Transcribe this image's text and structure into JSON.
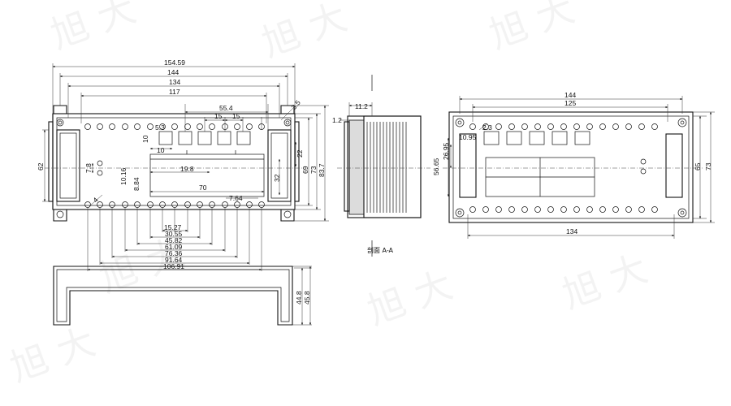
{
  "drawing": {
    "section_caption": "剖面 A-A",
    "watermark_text": "旭 大",
    "front_view": {
      "overall_width": "154.59",
      "outer_width": "144",
      "width_134": "134",
      "width_117": "117",
      "width_55_4": "55.4",
      "pitch_15_a": "15",
      "pitch_15_b": "15",
      "hole_dia": "3.5",
      "dim_10_top": "10",
      "dim_10_bottom": "10",
      "dim_5_3": "5.3",
      "height_62": "62",
      "dim_7_8": "7.8",
      "dim_10_16": "10.16",
      "dim_8_84": "8.84",
      "dim_19_8": "19.8",
      "dim_70": "70",
      "dim_7_64": "7.64",
      "dim_22": "22",
      "dim_32": "32",
      "height_69": "69",
      "height_73": "73",
      "height_83_7": "83.7",
      "dia_4": "4",
      "pin_15_27": "15.27",
      "pin_30_55": "30.55",
      "pin_45_82": "45.82",
      "pin_61_09": "61.09",
      "pin_76_36": "76.36",
      "pin_91_64": "91.64",
      "pin_106_91": "106.91"
    },
    "side_section": {
      "dim_11_2": "11.2",
      "dim_1_2": "1.2"
    },
    "bottom_view": {
      "height_44_8": "44.8",
      "height_45_8": "45.8"
    },
    "rear_view": {
      "width_144": "144",
      "width_125": "125",
      "width_134": "134",
      "dia_2_3": "2.3",
      "dim_10_95": "10.95",
      "dim_26_95": "26.95",
      "dim_56_65": "56.65",
      "height_65": "65",
      "height_73": "73"
    }
  }
}
